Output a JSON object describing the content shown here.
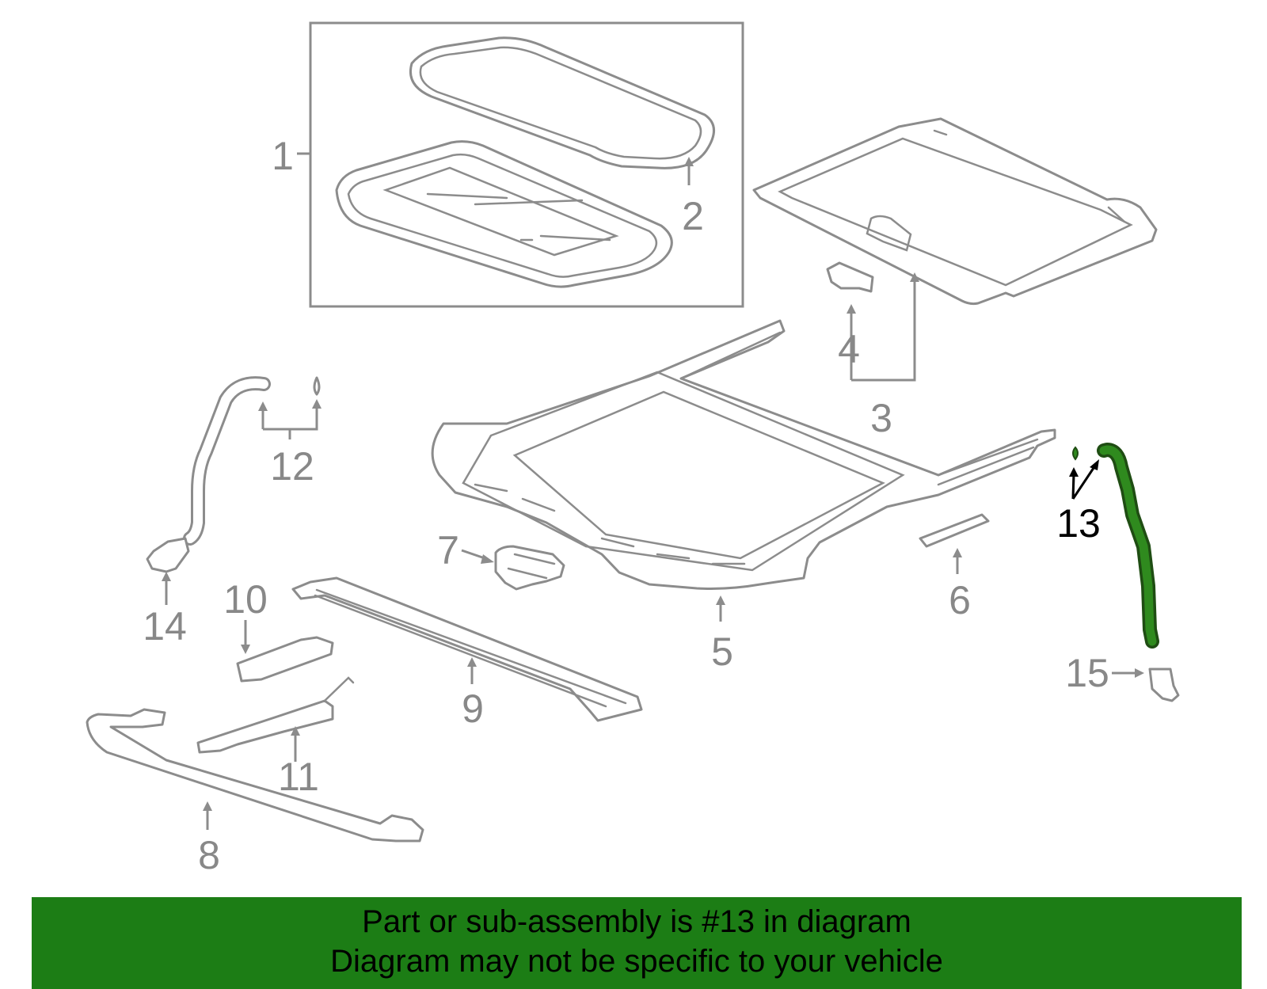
{
  "callouts": {
    "c1": "1",
    "c2": "2",
    "c3": "3",
    "c4": "4",
    "c5": "5",
    "c6": "6",
    "c7": "7",
    "c8": "8",
    "c9": "9",
    "c10": "10",
    "c11": "11",
    "c12": "12",
    "c13": "13",
    "c14": "14",
    "c15": "15"
  },
  "highlight": {
    "part_number": "13",
    "color": "#2f8a1e",
    "banner_color": "#1c7d15"
  },
  "banner": {
    "line1": "Part or sub-assembly is #13 in diagram",
    "line2": "Diagram may not be specific to your vehicle"
  }
}
